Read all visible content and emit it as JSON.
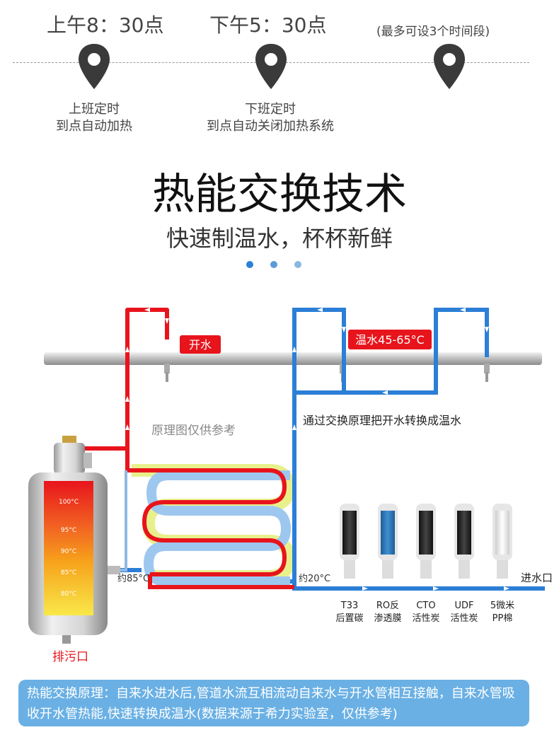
{
  "schedule": {
    "morning_time": "上午8：30点",
    "evening_time": "下午5：30点",
    "max_note": "(最多可设3个时间段)",
    "morning_caption_1": "上班定时",
    "morning_caption_2": "到点自动加热",
    "evening_caption_1": "下班定时",
    "evening_caption_2": "到点自动关闭加热系统"
  },
  "heading": {
    "title": "热能交换技术",
    "subtitle": "快速制温水，杯杯新鲜"
  },
  "colors": {
    "hot_pipe": "#e8141c",
    "warm_pipe": "#2b7fd6",
    "badge": "#e8141c",
    "footer_bg": "#6ab0e4",
    "dot_1": "#2b7fd6",
    "dot_2": "#5a9bd6",
    "dot_3": "#8ab8e0"
  },
  "diagram": {
    "boiling_label": "开水",
    "warm_label": "温水45-65°C",
    "principle_note": "原理图仅供参考",
    "exchange_note": "通过交换原理把开水转换成温水",
    "temp_85": "约85°C",
    "temp_20": "约20°C",
    "inlet_label": "进水口",
    "drain_label": "排污口",
    "tank_levels": [
      "100°C",
      "95°C",
      "90°C",
      "85°C",
      "80°C"
    ],
    "filters": [
      {
        "line1": "T33",
        "line2": "后置碳"
      },
      {
        "line1": "RO反",
        "line2": "渗透膜"
      },
      {
        "line1": "CTO",
        "line2": "活性炭"
      },
      {
        "line1": "UDF",
        "line2": "活性炭"
      },
      {
        "line1": "5微米",
        "line2": "PP棉"
      }
    ]
  },
  "footer": {
    "text": "热能交换原理：自来水进水后,管道水流互相流动自来水与开水管相互接触，自来水管吸收开水管热能,快速转换成温水(数据来源于希力实验室，仅供参考)"
  }
}
